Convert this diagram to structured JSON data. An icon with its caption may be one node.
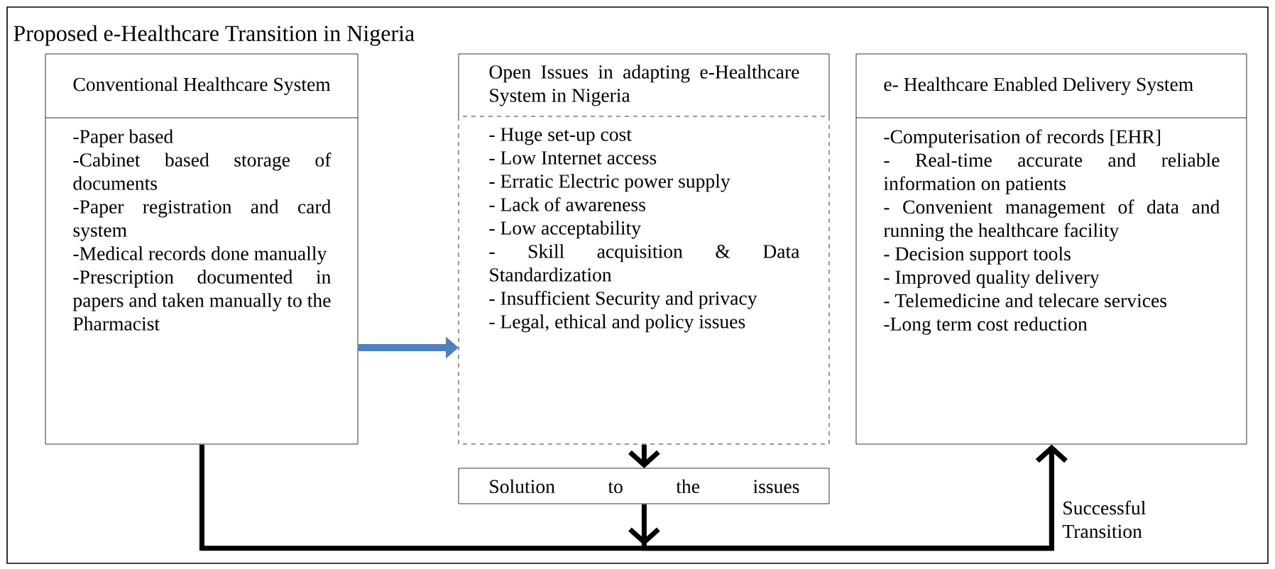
{
  "diagram": {
    "title": "Proposed e-Healthcare Transition in Nigeria",
    "nodes": [
      {
        "text": [
          "Conventional Healthcare System",
          "-Paper based",
          "-Cabinet based storage of documents",
          "-Paper registration and card system",
          "-Medical records done manually",
          "-Prescription documented in papers and taken manually to the Pharmacist"
        ]
      },
      {
        "text": [
          "Open Issues in adapting e-Healthcare System in Nigeria",
          "- Huge set-up cost",
          "- Low Internet access",
          "- Erratic Electric power supply",
          "- Lack of awareness",
          "- Low acceptability",
          "- Skill acquisition & Data Standardization",
          "- Insufficient Security and privacy",
          "- Legal, ethical and policy issues"
        ]
      },
      {
        "text": [
          "Solution to the issues"
        ]
      },
      {
        "text": [
          "e- Healthcare Enabled Delivery System",
          "-Computerisation of records [EHR]",
          "- Real-time accurate and reliable information on patients",
          "- Convenient management of data and running the healthcare facility",
          "- Decision support tools",
          "- Improved quality delivery",
          "- Telemedicine and telecare services",
          "-Long term cost reduction"
        ]
      }
    ],
    "edges": [
      {
        "from": 0,
        "to": 1,
        "arrow": "to",
        "color": "#4f81bd"
      },
      {
        "from": 1,
        "to": 2,
        "arrow": "to"
      },
      {
        "from": 0,
        "to": 3,
        "arrow": "to",
        "label": "Successful Transition"
      },
      {
        "from": 2,
        "to": 3,
        "arrow": "to"
      }
    ]
  }
}
